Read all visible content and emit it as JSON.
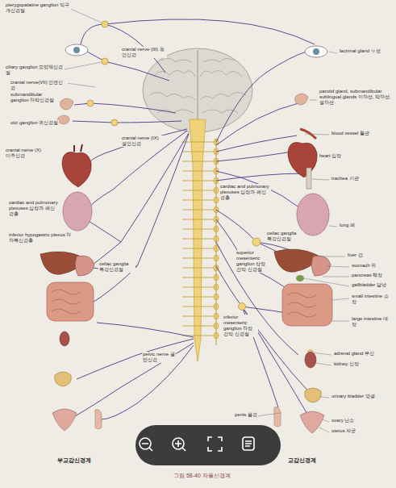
{
  "diagram": {
    "caption": "그림 58-40 자율신경계",
    "labels": [
      "pterygopalatine ganglion 익구개신경절",
      "ciliary ganglion 모양체신경절",
      "cranial nerve (III) 동안신경",
      "cranial nerve(VII) 안면신경",
      "submandibular ganglion 하악신경절",
      "otic ganglion 귀신경절",
      "cranial nerve (IX) 설인신경",
      "cranial nerve (X) 미주신경",
      "cardiac and pulmonary plexuses 심장과 폐신경총",
      "inferior hypogastric plexus 하하복신경총",
      "celiac ganglia 복강신경절",
      "pelvic nerve 골반신경",
      "부교감신경계",
      "lacrimal gland 누선",
      "parotid gland, submandibular sublingual glands 이하선, 악하선, 설하선",
      "blood vessel 혈관",
      "heart 심장",
      "trachea 기관",
      "cardiac and pulmonary plexuses 심장과 폐신경총",
      "lung 폐",
      "celiac ganglia 복강신경절",
      "superior mesenteric ganglion 상장간막 신경절",
      "liver 간",
      "stomach 위",
      "pancreas 췌장",
      "gallbladder 담낭",
      "small intestine 소장",
      "large intestine 대장",
      "inferior mesenteric ganglion 하장간막 신경절",
      "adrenal gland 부신",
      "kidney 신장",
      "urinary bladder 방광",
      "penis 음경",
      "ovary 난소",
      "uterus 자궁",
      "교감신경계"
    ]
  }
}
